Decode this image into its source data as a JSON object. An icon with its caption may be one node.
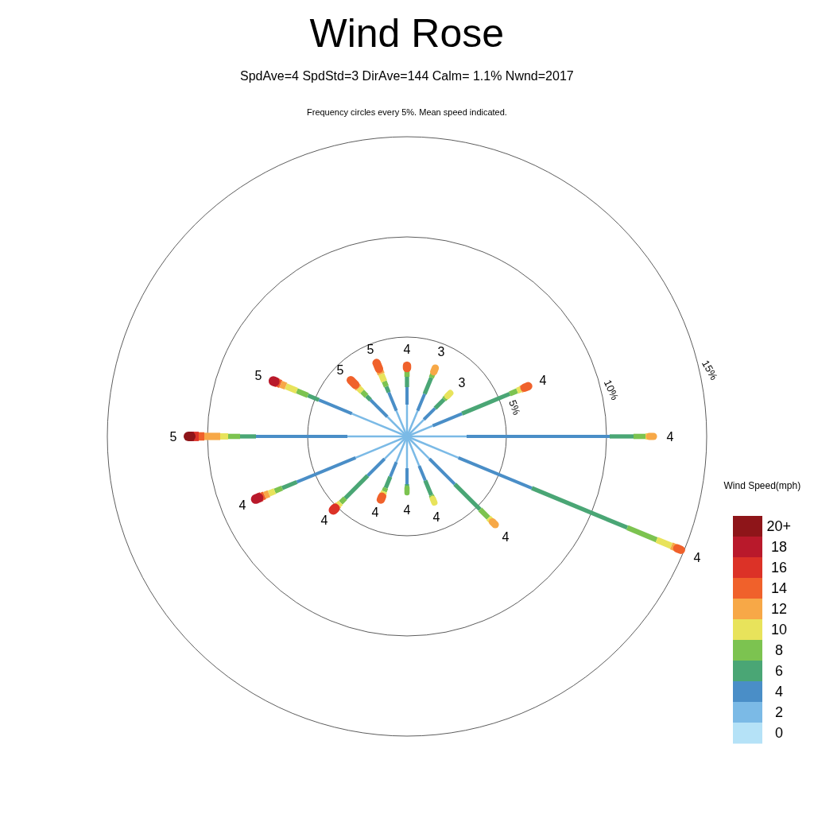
{
  "diagram": {
    "title": "Wind Rose",
    "labels": [
      "SpdAve=4  SpdStd=3  DirAve=144   Calm= 1.1%  Nwnd=2017",
      "Frequency circles every 5%. Mean speed indicated.",
      "5",
      "4",
      "3",
      "15%",
      "5",
      "5",
      "4",
      "3",
      "10%",
      "5%",
      "5",
      "4",
      "Wind Speed(mph)",
      "4",
      "4",
      "4",
      "4",
      "4",
      "4",
      "4"
    ],
    "legend": [
      {
        "text": "20+",
        "color": "#8e1519"
      },
      {
        "text": "18",
        "color": "#b9192b"
      },
      {
        "text": "16",
        "color": "#dc3227"
      },
      {
        "text": "14",
        "color": "#f0612b"
      },
      {
        "text": "12",
        "color": "#f7a847"
      },
      {
        "text": "10",
        "color": "#e8e35b"
      },
      {
        "text": "8",
        "color": "#7cc350"
      },
      {
        "text": "6",
        "color": "#4aa675"
      },
      {
        "text": "4",
        "color": "#4a8ec7"
      },
      {
        "text": "2",
        "color": "#7bbae6"
      },
      {
        "text": "0",
        "color": "#b5e2f7"
      }
    ]
  }
}
